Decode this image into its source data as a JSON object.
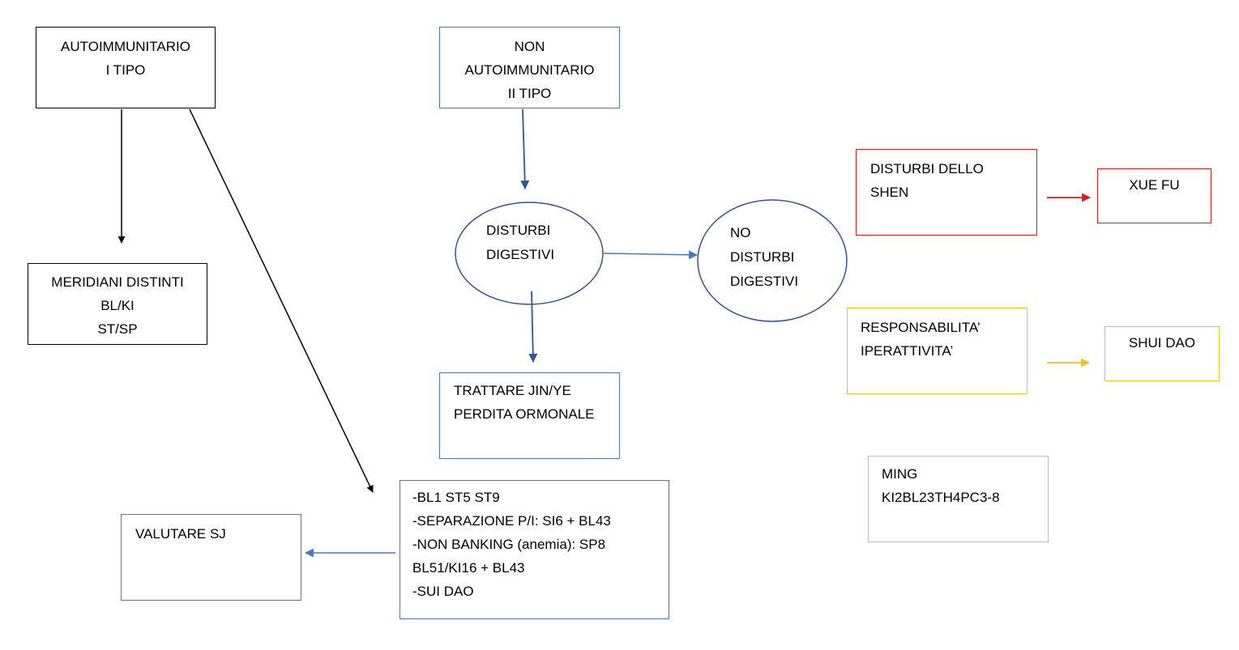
{
  "nodes": {
    "autoimmune": {
      "lines": [
        "AUTOIMMUNITARIO",
        "I TIPO"
      ]
    },
    "non_autoimmune": {
      "lines": [
        "NON",
        "AUTOIMMUNITARIO",
        "II TIPO"
      ]
    },
    "meridiani": {
      "lines": [
        "MERIDIANI DISTINTI",
        "BL/KI",
        "ST/SP"
      ]
    },
    "disturbi_digestivi": {
      "lines": [
        "DISTURBI",
        "DIGESTIVI"
      ]
    },
    "no_disturbi_digestivi": {
      "lines": [
        "NO",
        "DISTURBI",
        "DIGESTIVI"
      ]
    },
    "trattare": {
      "lines": [
        "TRATTARE JIN/YE",
        "PERDITA ORMONALE"
      ]
    },
    "treatment_list": {
      "lines": [
        "-BL1  ST5 ST9",
        "-SEPARAZIONE P/I: SI6 + BL43",
        "-NON BANKING (anemia): SP8",
        "BL51/KI16 + BL43",
        "-SUI DAO"
      ]
    },
    "valutare_sj": {
      "lines": [
        "VALUTARE SJ"
      ]
    },
    "disturbi_shen": {
      "lines": [
        "DISTURBI DELLO",
        "SHEN"
      ]
    },
    "xue_fu": {
      "lines": [
        "XUE FU"
      ]
    },
    "responsabilita": {
      "lines": [
        "RESPONSABILITA’",
        "IPERATTIVITA’"
      ]
    },
    "shui_dao": {
      "lines": [
        "SHUI DAO"
      ]
    },
    "ming": {
      "lines": [
        "MING",
        "KI2BL23TH4PC3-8"
      ]
    }
  },
  "colors": {
    "black": "#000000",
    "blue_border": "#4a78c0",
    "blue_arrow": "#2f5597",
    "red": "#e81919",
    "yellow": "#f2c21b"
  }
}
